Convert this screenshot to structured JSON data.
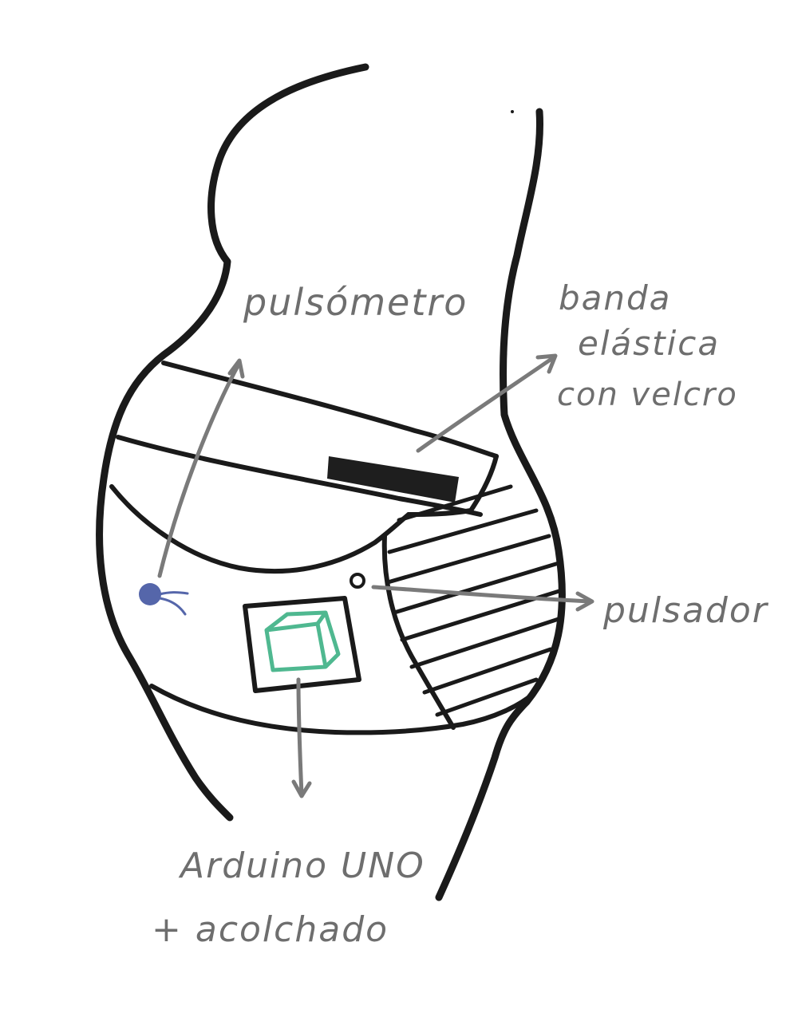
{
  "labels": {
    "pulsometro": "pulsómetro",
    "banda_line1": "banda",
    "banda_line2": "elástica",
    "banda_line3": "con velcro",
    "pulsador": "pulsador",
    "arduino_line1": "Arduino UNO",
    "arduino_line2": "+ acolchado"
  },
  "colors": {
    "outline": "#1a1a1a",
    "arrow": "#7a7a7a",
    "label_text": "#6e6e6e",
    "pulse_sensor": "#5566aa",
    "arduino_box": "#4fb890",
    "velcro": "#1e1e1e"
  }
}
